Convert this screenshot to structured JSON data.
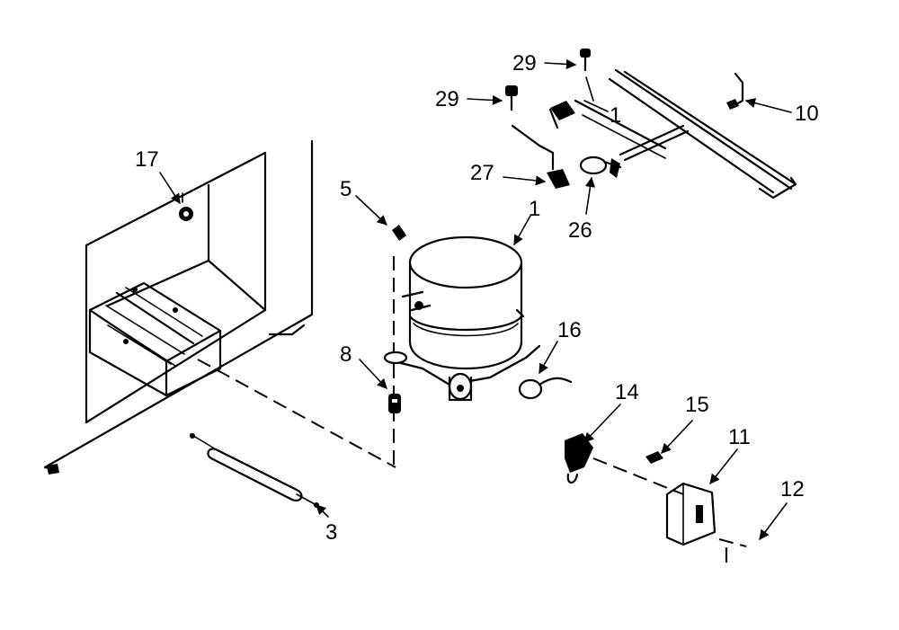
{
  "labels": {
    "l1a": "1",
    "l1b": "1",
    "l3": "3",
    "l5": "5",
    "l8": "8",
    "l10": "10",
    "l11": "11",
    "l12": "12",
    "l14": "14",
    "l15": "15",
    "l16": "16",
    "l17": "17",
    "l26": "26",
    "l27": "27",
    "l29a": "29",
    "l29b": "29"
  },
  "colors": {
    "ink": "#000000",
    "paper": "#ffffff"
  }
}
